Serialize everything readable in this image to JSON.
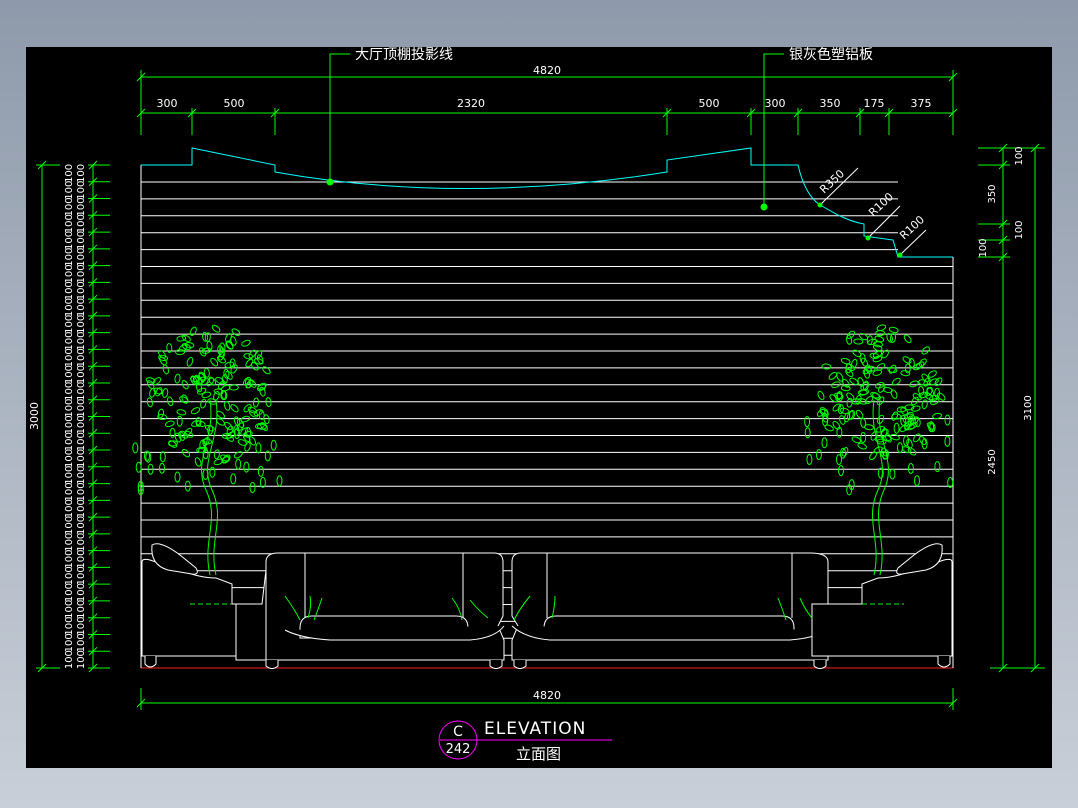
{
  "drawing": {
    "callouts": {
      "ceiling_projection": "大厅顶棚投影线",
      "panel_material": "银灰色塑铝板"
    },
    "overall_width": "4820",
    "top_dims": [
      "300",
      "500",
      "2320",
      "500",
      "300",
      "350",
      "175",
      "375"
    ],
    "radius_labels": [
      "R350",
      "R100",
      "R100"
    ],
    "left_total": "3000",
    "left_step": "100",
    "left_step_count": 30,
    "right_dims": {
      "top_100": "100",
      "d350": "350",
      "mid_100": "100",
      "low_100": "100",
      "d2450": "2450",
      "d3100": "3100"
    },
    "title_block": {
      "section": "C",
      "sheet": "242",
      "title_en": "ELEVATION",
      "title_cn": "立面图"
    },
    "colors": {
      "background": "#000000",
      "dimension": "#00ff00",
      "outline": "#ffffff",
      "ceiling": "#00ffff",
      "plant": "#00ff00",
      "title": "#ff00ff",
      "floor": "#ff0000"
    }
  }
}
